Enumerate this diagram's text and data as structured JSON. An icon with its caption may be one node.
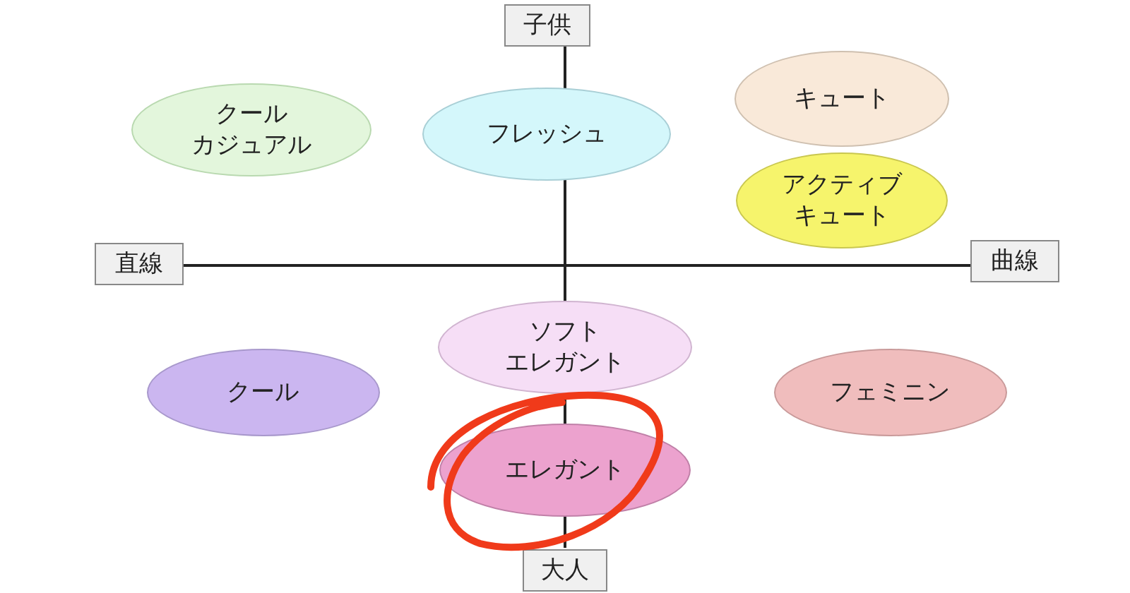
{
  "diagram": {
    "nodes": [
      {
        "text": [
          "クールカジュアル"
        ]
      },
      {
        "text": [
          "フレッシュ"
        ]
      },
      {
        "text": [
          "キュート"
        ]
      },
      {
        "text": [
          "アクティブキュート"
        ]
      },
      {
        "text": [
          "ソフトエレガント"
        ]
      },
      {
        "text": [
          "クール"
        ]
      },
      {
        "text": [
          "フェミニン"
        ]
      },
      {
        "text": [
          "エレガント"
        ]
      }
    ],
    "edges": [],
    "labels": [
      "子供",
      "直線",
      "曲線",
      "大人"
    ]
  }
}
